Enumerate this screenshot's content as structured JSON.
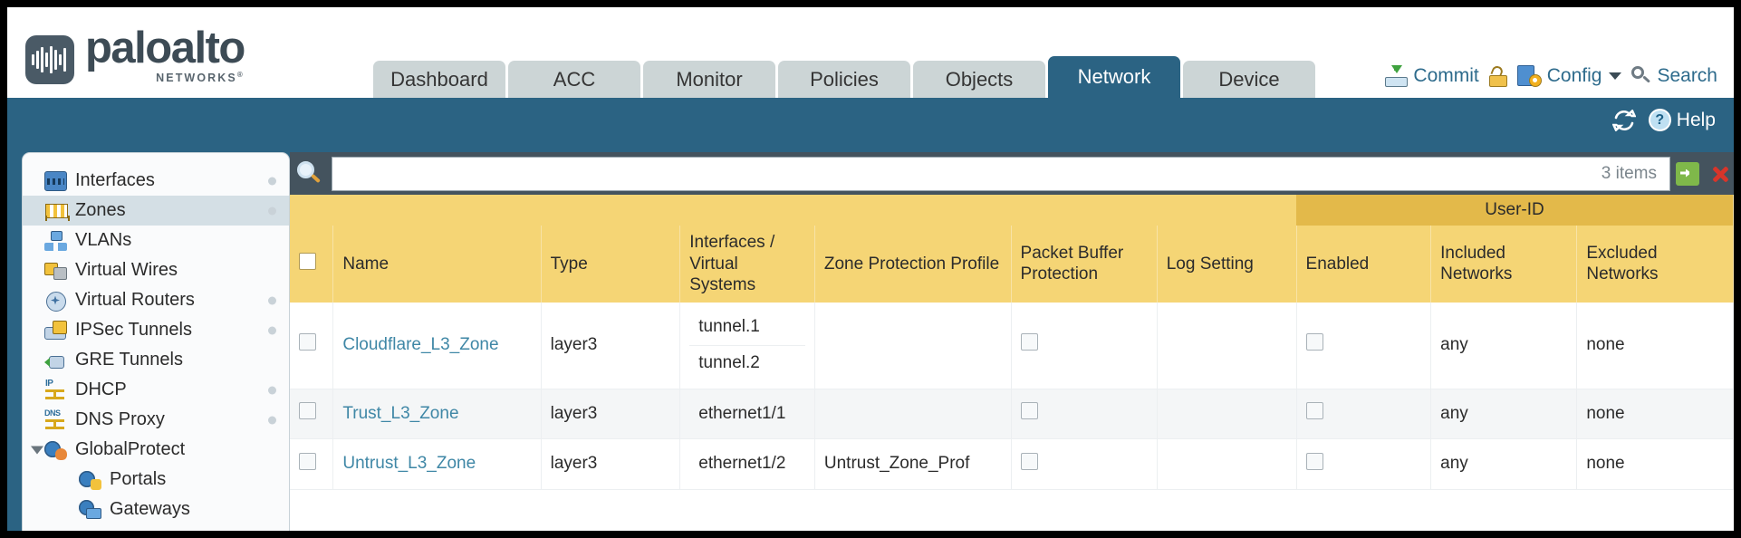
{
  "brand": {
    "name": "paloalto",
    "tagline": "NETWORKS",
    "registered": "®"
  },
  "main_tabs": [
    {
      "label": "Dashboard",
      "active": false
    },
    {
      "label": "ACC",
      "active": false
    },
    {
      "label": "Monitor",
      "active": false
    },
    {
      "label": "Policies",
      "active": false
    },
    {
      "label": "Objects",
      "active": false
    },
    {
      "label": "Network",
      "active": true
    },
    {
      "label": "Device",
      "active": false
    }
  ],
  "top_actions": {
    "commit": "Commit",
    "config": "Config",
    "search": "Search",
    "lock_icon": "unlock-icon",
    "commit_icon": "commit-icon",
    "config_icon": "config-icon",
    "search_icon": "search-icon",
    "caret": "chevron-down-icon"
  },
  "band": {
    "refresh_icon": "refresh-icon",
    "help_label": "Help",
    "help_icon": "help-icon",
    "help_glyph": "?"
  },
  "sidebar": {
    "items": [
      {
        "label": "Interfaces",
        "icon": "interfaces-icon",
        "dot": true,
        "level": 0,
        "selected": false,
        "expander": false
      },
      {
        "label": "Zones",
        "icon": "zones-icon",
        "dot": true,
        "level": 0,
        "selected": true,
        "expander": false
      },
      {
        "label": "VLANs",
        "icon": "vlans-icon",
        "dot": false,
        "level": 0,
        "selected": false,
        "expander": false
      },
      {
        "label": "Virtual Wires",
        "icon": "virtual-wires-icon",
        "dot": false,
        "level": 0,
        "selected": false,
        "expander": false
      },
      {
        "label": "Virtual Routers",
        "icon": "virtual-routers-icon",
        "dot": true,
        "level": 0,
        "selected": false,
        "expander": false
      },
      {
        "label": "IPSec Tunnels",
        "icon": "ipsec-tunnels-icon",
        "dot": true,
        "level": 0,
        "selected": false,
        "expander": false
      },
      {
        "label": "GRE Tunnels",
        "icon": "gre-tunnels-icon",
        "dot": false,
        "level": 0,
        "selected": false,
        "expander": false
      },
      {
        "label": "DHCP",
        "icon": "dhcp-icon",
        "dot": true,
        "level": 0,
        "selected": false,
        "expander": false
      },
      {
        "label": "DNS Proxy",
        "icon": "dns-proxy-icon",
        "dot": true,
        "level": 0,
        "selected": false,
        "expander": false
      },
      {
        "label": "GlobalProtect",
        "icon": "globalprotect-icon",
        "dot": false,
        "level": 0,
        "selected": false,
        "expander": true
      },
      {
        "label": "Portals",
        "icon": "portals-icon",
        "dot": false,
        "level": 1,
        "selected": false,
        "expander": false
      },
      {
        "label": "Gateways",
        "icon": "gateways-icon",
        "dot": false,
        "level": 1,
        "selected": false,
        "expander": false
      }
    ]
  },
  "search": {
    "value": "",
    "placeholder": "",
    "items_count": "3 items",
    "magnify_icon": "search-icon",
    "go_icon": "apply-filter-icon",
    "clear_icon": "clear-filter-icon"
  },
  "table": {
    "group_header": {
      "label": "User-ID",
      "span": 3
    },
    "columns": [
      {
        "key": "check",
        "label": ""
      },
      {
        "key": "name",
        "label": "Name"
      },
      {
        "key": "type",
        "label": "Type"
      },
      {
        "key": "interfaces",
        "label": "Interfaces / Virtual Systems"
      },
      {
        "key": "zone_protection",
        "label": "Zone Protection Profile"
      },
      {
        "key": "packet_buffer",
        "label": "Packet Buffer Protection"
      },
      {
        "key": "log_setting",
        "label": "Log Setting"
      },
      {
        "key": "enabled",
        "label": "Enabled"
      },
      {
        "key": "included",
        "label": "Included Networks"
      },
      {
        "key": "excluded",
        "label": "Excluded Networks"
      }
    ],
    "rows": [
      {
        "checked": false,
        "name": "Cloudflare_L3_Zone",
        "type": "layer3",
        "interfaces": [
          "tunnel.1",
          "tunnel.2"
        ],
        "zone_protection": "",
        "packet_buffer_checked": false,
        "log_setting": "",
        "enabled_checked": false,
        "included": "any",
        "excluded": "none"
      },
      {
        "checked": false,
        "name": "Trust_L3_Zone",
        "type": "layer3",
        "interfaces": [
          "ethernet1/1"
        ],
        "zone_protection": "",
        "packet_buffer_checked": false,
        "log_setting": "",
        "enabled_checked": false,
        "included": "any",
        "excluded": "none"
      },
      {
        "checked": false,
        "name": "Untrust_L3_Zone",
        "type": "layer3",
        "interfaces": [
          "ethernet1/2"
        ],
        "zone_protection": "Untrust_Zone_Prof",
        "packet_buffer_checked": false,
        "log_setting": "",
        "enabled_checked": false,
        "included": "any",
        "excluded": "none"
      }
    ]
  },
  "colors": {
    "brand_blue": "#2b6383",
    "header_gold": "#f5d575",
    "group_gold": "#e3b94a",
    "link": "#3f87a6",
    "panel_dark": "#44535e"
  }
}
